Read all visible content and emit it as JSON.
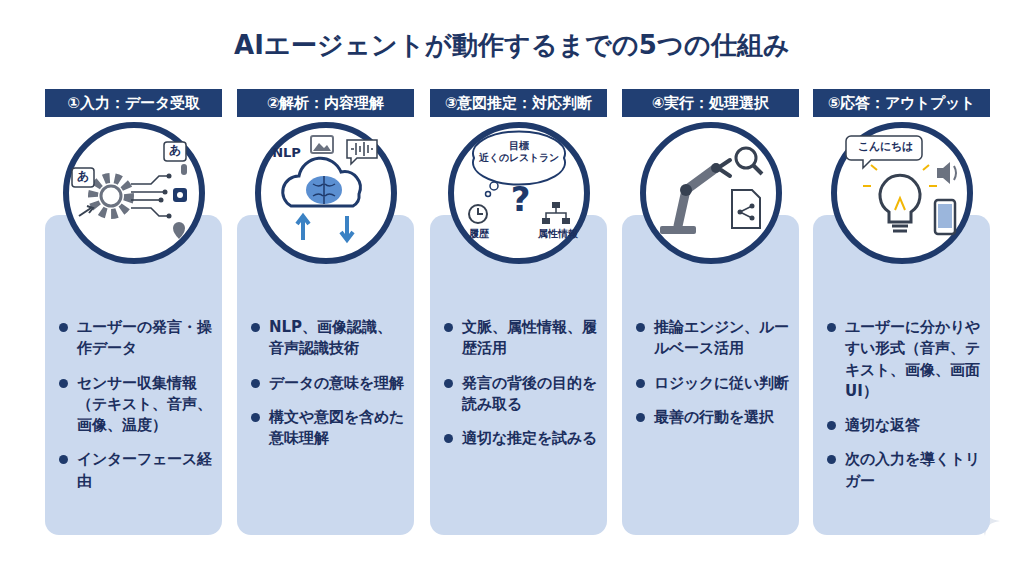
{
  "diagram": {
    "title": "AIエージェントが動作するまでの5つの仕組み",
    "nodes": [
      {
        "text": [
          "①入力：データ受取"
        ]
      },
      {
        "text": [
          "あ",
          "あ"
        ]
      },
      {
        "text": [
          "ユーザーの発言・操作データ",
          "センサー収集情報（テキスト、音声、画像、温度）",
          "インターフェース経由"
        ]
      },
      {
        "text": [
          "②解析：内容理解"
        ]
      },
      {
        "text": [
          "NLP"
        ]
      },
      {
        "text": [
          "NLP、画像認識、音声認識技術",
          "データの意味を理解",
          "構文や意図を含めた意味理解"
        ]
      },
      {
        "text": [
          "③意図推定：対応判断"
        ]
      },
      {
        "text": [
          "目標 近くのレストラン",
          "?",
          "履歴",
          "属性情報"
        ]
      },
      {
        "text": [
          "文脈、属性情報、履歴活用",
          "発言の背後の目的を読み取る",
          "適切な推定を試みる"
        ]
      },
      {
        "text": [
          "④実行：処理選択"
        ]
      },
      {
        "text": [
          "推論エンジン、ルールベース活用",
          "ロジックに従い判断",
          "最善の行動を選択"
        ]
      },
      {
        "text": [
          "⑤応答：アウトプット"
        ]
      },
      {
        "text": [
          "こんにちは"
        ]
      },
      {
        "text": [
          "ユーザーに分かりやすい形式（音声、テキスト、画像、画面UI）",
          "適切な返答",
          "次の入力を導くトリガー"
        ]
      }
    ]
  }
}
